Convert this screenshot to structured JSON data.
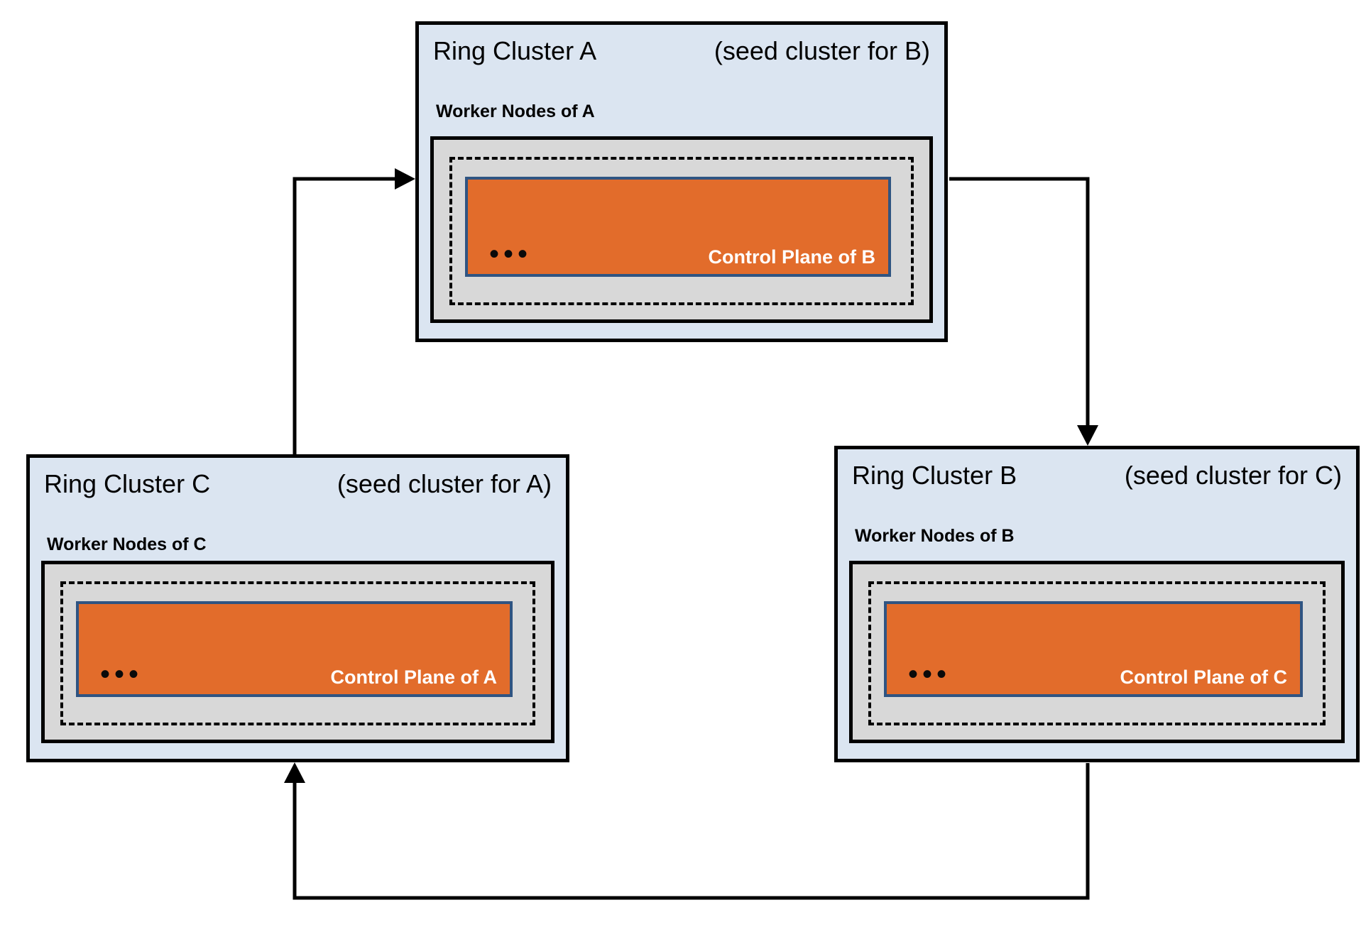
{
  "diagram": {
    "clusters": [
      {
        "id": "A",
        "title": "Ring Cluster A",
        "subtitle": "(seed cluster for B)",
        "worker_label": "Worker Nodes of A",
        "dots": "•••",
        "control_plane_label": "Control Plane of B"
      },
      {
        "id": "C",
        "title": "Ring Cluster C",
        "subtitle": "(seed cluster for A)",
        "worker_label": "Worker Nodes of C",
        "dots": "•••",
        "control_plane_label": "Control Plane of A"
      },
      {
        "id": "B",
        "title": "Ring Cluster B",
        "subtitle": "(seed cluster for C)",
        "worker_label": "Worker Nodes of B",
        "dots": "•••",
        "control_plane_label": "Control Plane of C"
      }
    ],
    "arrows": [
      {
        "from": "C",
        "to": "A"
      },
      {
        "from": "A",
        "to": "B"
      },
      {
        "from": "B",
        "to": "C"
      }
    ],
    "colors": {
      "cluster_fill": "#dbe5f1",
      "cluster_border": "#000000",
      "worker_box_fill": "#d8d8d8",
      "dashed_border": "#000000",
      "control_plane_fill": "#e26c2b",
      "control_plane_border": "#2f5482",
      "control_plane_text": "#ffffff",
      "arrow": "#000000"
    }
  }
}
